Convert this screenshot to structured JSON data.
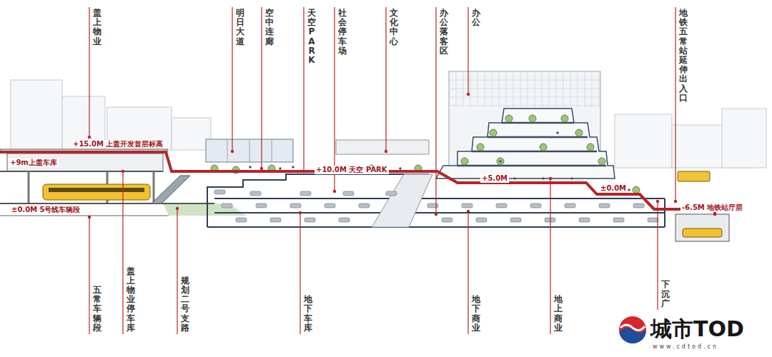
{
  "diagram": {
    "labels": [
      "盖上物业",
      "明日大道",
      "空中连廊",
      "天空PARK",
      "社会停车场",
      "文化中心",
      "办公落客区",
      "办公",
      "地铁五常站延伸出入口",
      "+15.0M 上盖开发首层标高",
      "+9m上盖车库",
      "±0.0M 5号线车辆段",
      "+10.0M 天空 PARK",
      "+5.0M",
      "±0.0M",
      "-6.5M 地铁站厅层",
      "五常车辆段",
      "盖上物业停车库",
      "规划二号支路",
      "地下车库",
      "地下商业",
      "地上商业",
      "下沉广",
      "城市TOD",
      "www.cdtod.cn"
    ]
  }
}
